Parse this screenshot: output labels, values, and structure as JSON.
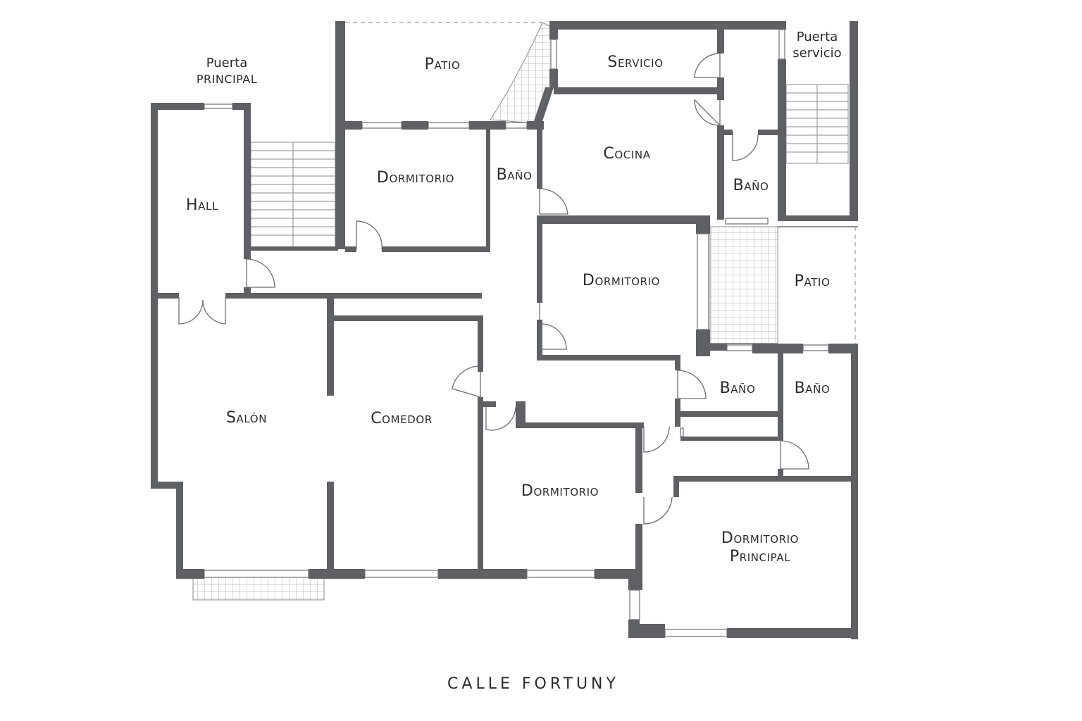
{
  "entrances": {
    "main_line1": "Puerta",
    "main_line2": "PRINCIPAL",
    "service_line1": "Puerta",
    "service_line2": "servicio"
  },
  "rooms": {
    "patio_top": "Patio",
    "servicio": "Servicio",
    "hall": "Hall",
    "dormitorio_1": "Dormitorio",
    "bano_1": "Baño",
    "cocina": "Cocina",
    "bano_2": "Baño",
    "dormitorio_2": "Dormitorio",
    "patio_right": "Patio",
    "salon": "Salón",
    "comedor": "Comedor",
    "bano_3": "Baño",
    "bano_4": "Baño",
    "dormitorio_3": "Dormitorio",
    "dormitorio_principal_line1": "Dormitorio",
    "dormitorio_principal_line2": "Principal"
  },
  "street": "CALLE FORTUNY",
  "colors": {
    "wall": "#5f6064",
    "text": "#2b2b2d",
    "background": "#ffffff"
  }
}
